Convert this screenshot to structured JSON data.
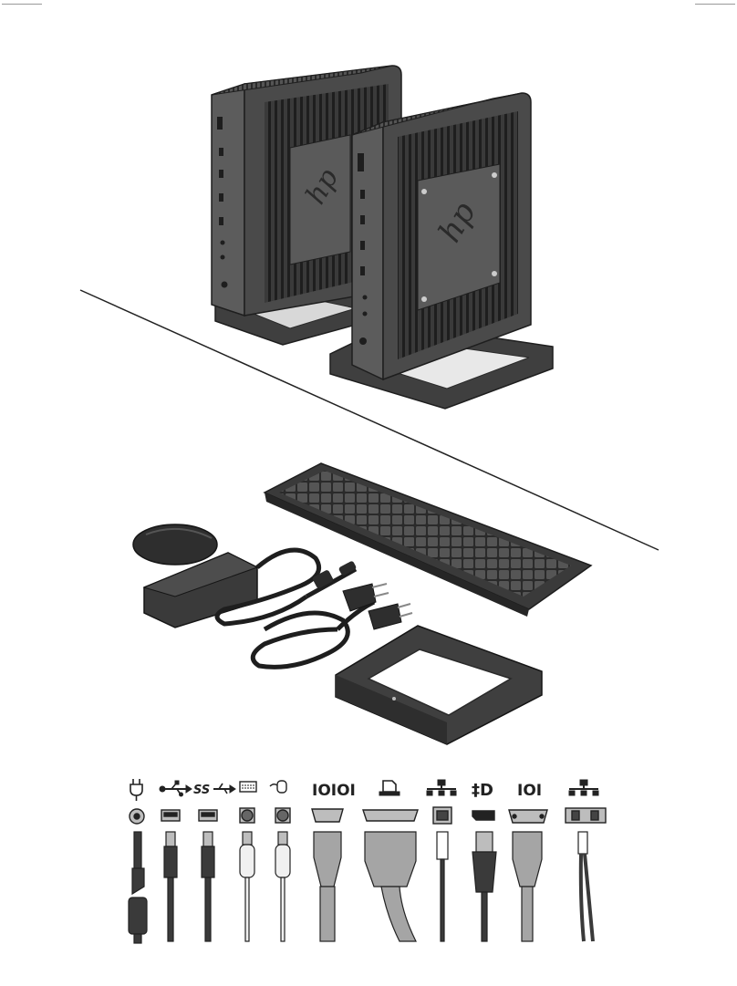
{
  "illustration": {
    "brand_logo_text": "hp",
    "colors": {
      "device_body": "#4a4a4a",
      "device_dark": "#2a2a2a",
      "device_face": "#5c5c5c",
      "stand": "#3d3d3d",
      "cable_gray": "#a5a5a5",
      "cable_dark": "#3a3a3a",
      "cable_white": "#e8e8e8",
      "connector_fill": "#bdbdbd"
    },
    "ports": [
      {
        "id": "power",
        "icon": "power-plug-icon",
        "symbol": "⏚"
      },
      {
        "id": "usb2",
        "icon": "usb-icon",
        "symbol": "⭘⟶"
      },
      {
        "id": "usb3",
        "icon": "usb-superspeed-icon",
        "symbol": "SS"
      },
      {
        "id": "ps2-keyboard",
        "icon": "keyboard-icon",
        "symbol": "⌨"
      },
      {
        "id": "ps2-mouse",
        "icon": "mouse-icon",
        "symbol": "🖱"
      },
      {
        "id": "serial",
        "icon": "serial-port-icon",
        "symbol": "IOIOI"
      },
      {
        "id": "parallel",
        "icon": "printer-port-icon",
        "symbol": "🖶"
      },
      {
        "id": "ethernet",
        "icon": "network-icon",
        "symbol": "品"
      },
      {
        "id": "displayport",
        "icon": "displayport-icon",
        "symbol": "‡D"
      },
      {
        "id": "vga",
        "icon": "vga-icon",
        "symbol": "IOI"
      },
      {
        "id": "modem",
        "icon": "telephone-network-icon",
        "symbol": "品"
      }
    ]
  }
}
